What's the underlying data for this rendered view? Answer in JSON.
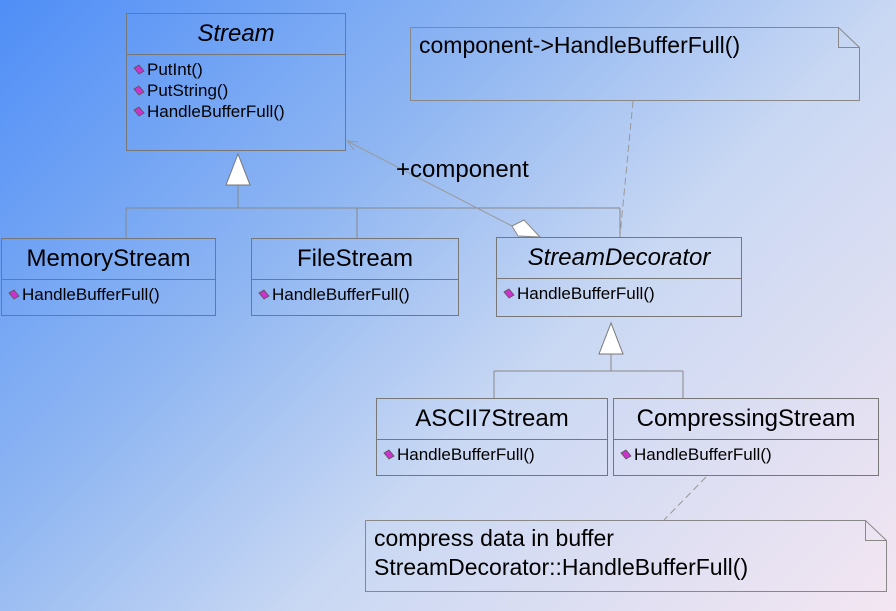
{
  "stream": {
    "name": "Stream",
    "ops": [
      "PutInt()",
      "PutString()",
      "HandleBufferFull()"
    ]
  },
  "memory_stream": {
    "name": "MemoryStream",
    "ops": [
      "HandleBufferFull()"
    ]
  },
  "file_stream": {
    "name": "FileStream",
    "ops": [
      "HandleBufferFull()"
    ]
  },
  "stream_decorator": {
    "name": "StreamDecorator",
    "ops": [
      "HandleBufferFull()"
    ]
  },
  "ascii7_stream": {
    "name": "ASCII7Stream",
    "ops": [
      "HandleBufferFull()"
    ]
  },
  "compressing_stream": {
    "name": "CompressingStream",
    "ops": [
      "HandleBufferFull()"
    ]
  },
  "note_decorator": {
    "lines": [
      "component->HandleBufferFull()"
    ]
  },
  "note_compressing": {
    "lines": [
      "compress data in buffer",
      "StreamDecorator::HandleBufferFull()"
    ]
  },
  "association": {
    "role": "+component"
  },
  "colors": {
    "operation_marker": "#cc33cc",
    "border": "#777777"
  }
}
